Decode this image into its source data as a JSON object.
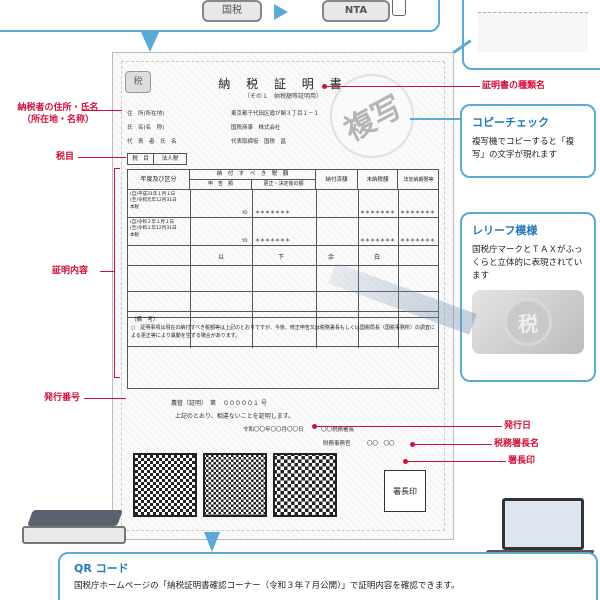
{
  "certificate": {
    "logo_char": "税",
    "title": "納 税 証 明 書",
    "subtitle": "（その１　納税額等証明用）",
    "address_label": "住　所(所在地)",
    "address_value": "東京都千代田区霞が関３丁目１－１",
    "name_label": "氏　名(名　称)",
    "name_value": "国税商事　株式会社",
    "rep_label": "代　表　者　氏　名",
    "rep_value": "代表取締役　国税　昌",
    "tax_item_label": "税　目",
    "tax_item_value": "法人税",
    "table": {
      "h_year": "年度及び区分",
      "h_amount_due": "納　付　す　べ　き　税　額",
      "h_declared": "申　告　額",
      "h_corrected": "更正・決定後の額",
      "h_paid": "納付済額",
      "h_unpaid": "未納税額",
      "h_due_date": "法定納期限等",
      "rows": [
        {
          "period": "(自)平成31年１月１日\n(至)令和元年12月31日\n本税",
          "unit": "YO",
          "mask": "＊＊＊＊＊＊＊"
        },
        {
          "period": "(自)令和２年１月１日\n(至)令和２年12月31日\n本税",
          "unit": "YO",
          "mask": "＊＊＊＊＊＊＊"
        }
      ],
      "blank_row": [
        "以",
        "下",
        "余",
        "白"
      ]
    },
    "remarks_title": "（備　考）",
    "remarks_text": "○　証明事項は現在の納付すべき税額等は上記のとおりですが、今後、修正申告又は税務署長もしくは国税局長（国税事務所）の調査による更正等により異動を生ずる場合があります。",
    "issue_number_label": "農管（証明）　第",
    "issue_number_value": "０００００１",
    "issue_number_suffix": "号",
    "certify_text": "上記のとおり、相違ないことを証明します。",
    "issue_date_text": "令和〇〇年〇〇月〇〇日",
    "office_text": "〇〇税務署長",
    "director_label": "財務事務官",
    "director_value": "〇〇　〇〇",
    "stamp_label": "署長印",
    "watermark": "複写"
  },
  "callouts": {
    "certificate_type": "証明書の種類名",
    "taxpayer_address_line1": "納税者の住所・氏名",
    "taxpayer_address_line2": "（所在地・名称）",
    "tax_item": "税目",
    "certified_content": "証明内容",
    "issue_number": "発行番号",
    "issue_date": "発行日",
    "office_head": "税務署長名",
    "seal": "署長印"
  },
  "copy_check": {
    "title": "コピーチェック",
    "body": "複写機でコピーすると「複写」の文字が現れます"
  },
  "relief": {
    "title": "レリーフ模様",
    "body": "国税庁マークとＴＡＸがふっくらと立体的に表現されています",
    "sample_char": "税"
  },
  "qr": {
    "title": "QR コード",
    "body": "国税庁ホームページの「納税証明書確認コーナー（令和３年７月公開）」で証明内容を確認できます。"
  },
  "top_panels": {
    "left_icon_text": "国税",
    "middle_icon_text": "NTA"
  },
  "colors": {
    "accent_red": "#d0103a",
    "accent_blue": "#2179b8",
    "panel_border": "#5aa9d6"
  }
}
